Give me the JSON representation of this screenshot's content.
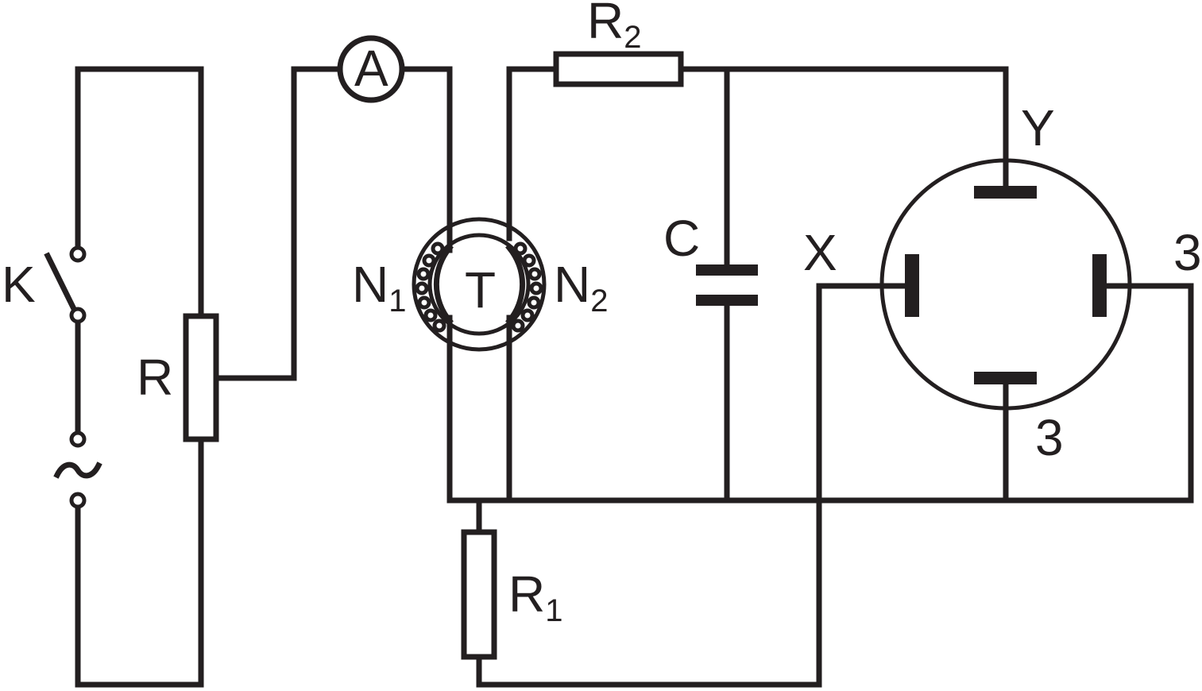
{
  "labels": {
    "switch": "K",
    "rheostat": "R",
    "ammeter": "A",
    "toroid_core": "T",
    "primary_winding": "N",
    "primary_winding_sub": "1",
    "secondary_winding": "N",
    "secondary_winding_sub": "2",
    "resistor_r2": "R",
    "resistor_r2_sub": "2",
    "capacitor": "C",
    "resistor_r1": "R",
    "resistor_r1_sub": "1",
    "deflection_x": "X",
    "deflection_y": "Y",
    "ground_right": "3",
    "ground_bottom": "3",
    "ac_source": "~"
  },
  "colors": {
    "ink": "#231f20",
    "background": "#ffffff"
  }
}
